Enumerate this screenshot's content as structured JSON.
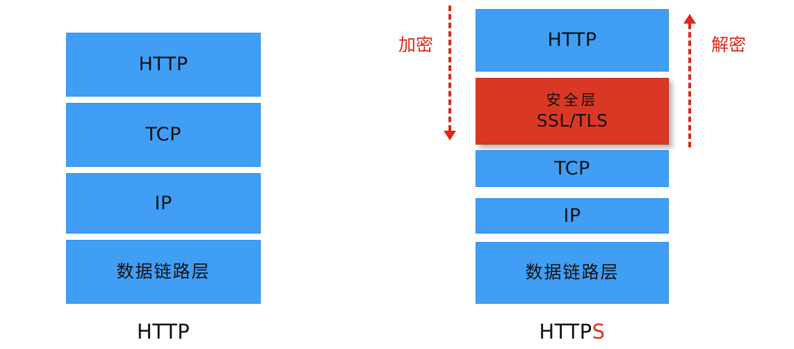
{
  "diagram": {
    "title_left": "HTTP",
    "title_right": "HTTPS",
    "background_color": "#ffffff",
    "colors": {
      "layer_blue": "#409ef4",
      "security_red": "#da3825",
      "arrow_red": "#d8281a",
      "text_black": "#111111"
    },
    "left_stack": {
      "caption": "HTTP",
      "layers": [
        {
          "label": "HTTP",
          "script": "latin",
          "color": "#409ef4"
        },
        {
          "label": "TCP",
          "script": "latin",
          "color": "#409ef4"
        },
        {
          "label": "IP",
          "script": "latin",
          "color": "#409ef4"
        },
        {
          "label": "数据链路层",
          "script": "cjk",
          "color": "#409ef4"
        }
      ]
    },
    "right_stack": {
      "caption_main": "HTTP",
      "caption_accent": "S",
      "layers": [
        {
          "label": "HTTP",
          "script": "latin",
          "color": "#409ef4"
        },
        {
          "label_cjk": "安全层",
          "label_latin": "SSL/TLS",
          "color": "#da3825"
        },
        {
          "label": "TCP",
          "script": "latin",
          "color": "#409ef4"
        },
        {
          "label": "IP",
          "script": "latin",
          "color": "#409ef4"
        },
        {
          "label": "数据链路层",
          "script": "cjk",
          "color": "#409ef4"
        }
      ]
    },
    "arrows": {
      "encrypt": {
        "label": "加密",
        "direction": "down",
        "style": "dashed",
        "color": "#d8281a"
      },
      "decrypt": {
        "label": "解密",
        "direction": "up",
        "style": "dashed",
        "color": "#d8281a"
      }
    }
  }
}
